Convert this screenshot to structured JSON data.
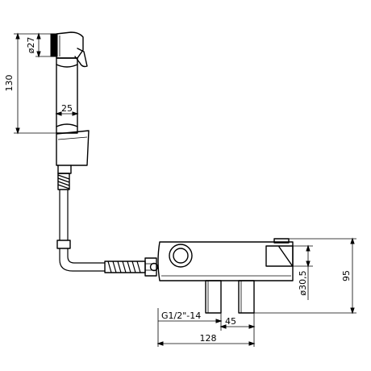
{
  "dimensions": {
    "handle_diameter": "ø27",
    "handle_height": "130",
    "grip_width": "25",
    "outlet_diameter": "ø30,5",
    "valve_height": "95",
    "thread_spec": "G1/2\"-14",
    "inlet_spacing": "45",
    "valve_width": "128"
  }
}
